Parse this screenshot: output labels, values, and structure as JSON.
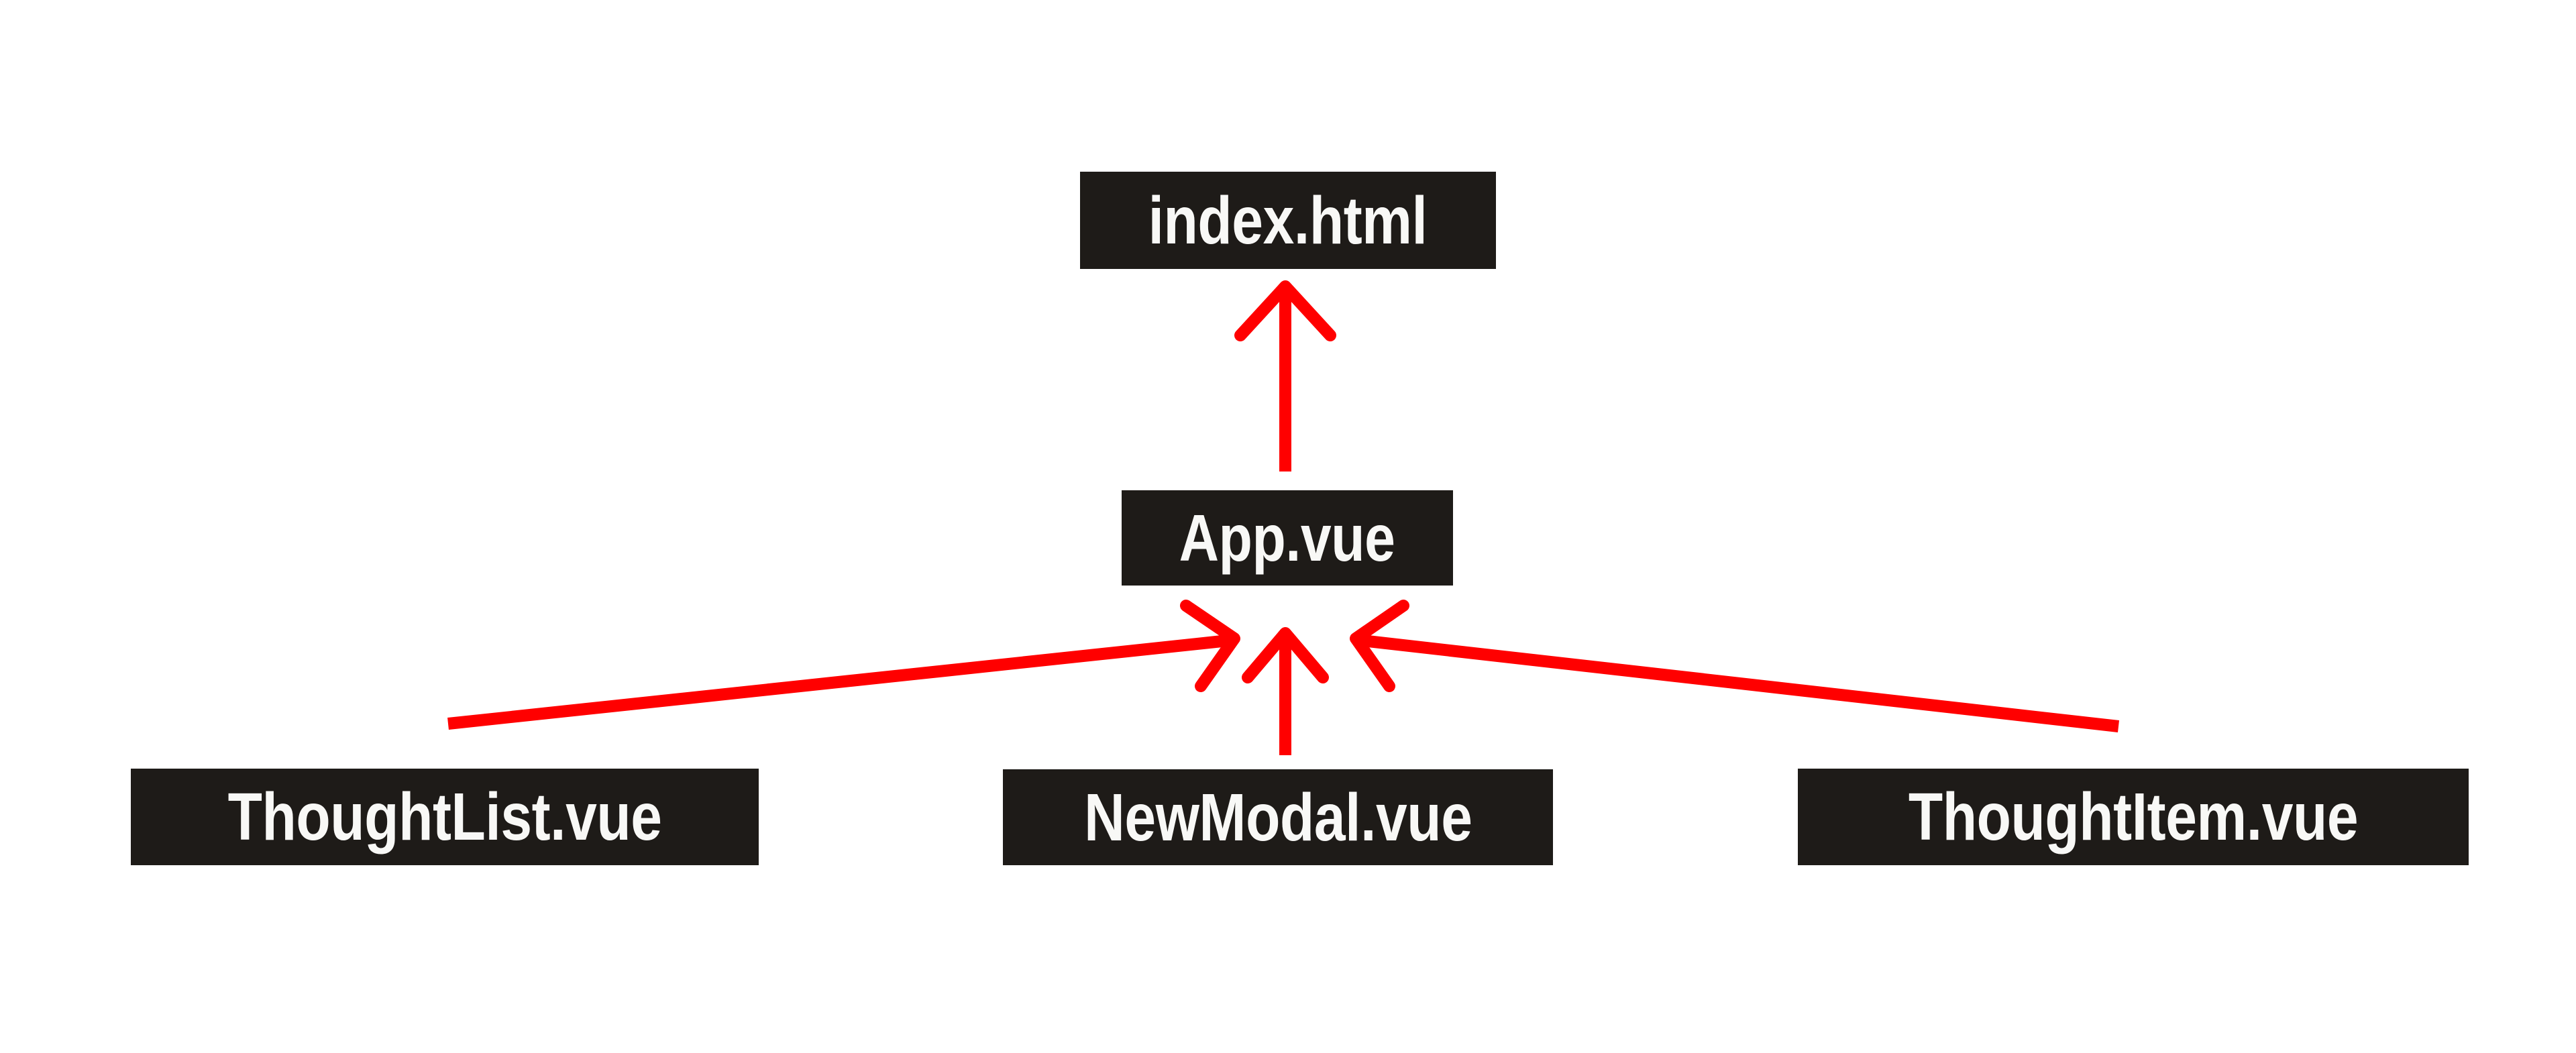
{
  "diagram": {
    "type": "dependency-graph",
    "title": "",
    "background_color": "#FFFFFF",
    "node_fill_color": "#1E1B18",
    "node_text_color": "#F8F8F6",
    "arrow_color": "#FF0000",
    "nodes": [
      {
        "id": "index",
        "label": "index.html",
        "level": 0
      },
      {
        "id": "app",
        "label": "App.vue",
        "level": 1
      },
      {
        "id": "thoughtlist",
        "label": "ThoughtList.vue",
        "level": 2
      },
      {
        "id": "newmodal",
        "label": "NewModal.vue",
        "level": 2
      },
      {
        "id": "thoughtitem",
        "label": "ThoughtItem.vue",
        "level": 2
      }
    ],
    "edges": [
      {
        "from": "app",
        "to": "index",
        "direction": "up"
      },
      {
        "from": "thoughtlist",
        "to": "app",
        "direction": "up-right"
      },
      {
        "from": "newmodal",
        "to": "app",
        "direction": "up"
      },
      {
        "from": "thoughtitem",
        "to": "app",
        "direction": "up-left"
      }
    ]
  }
}
